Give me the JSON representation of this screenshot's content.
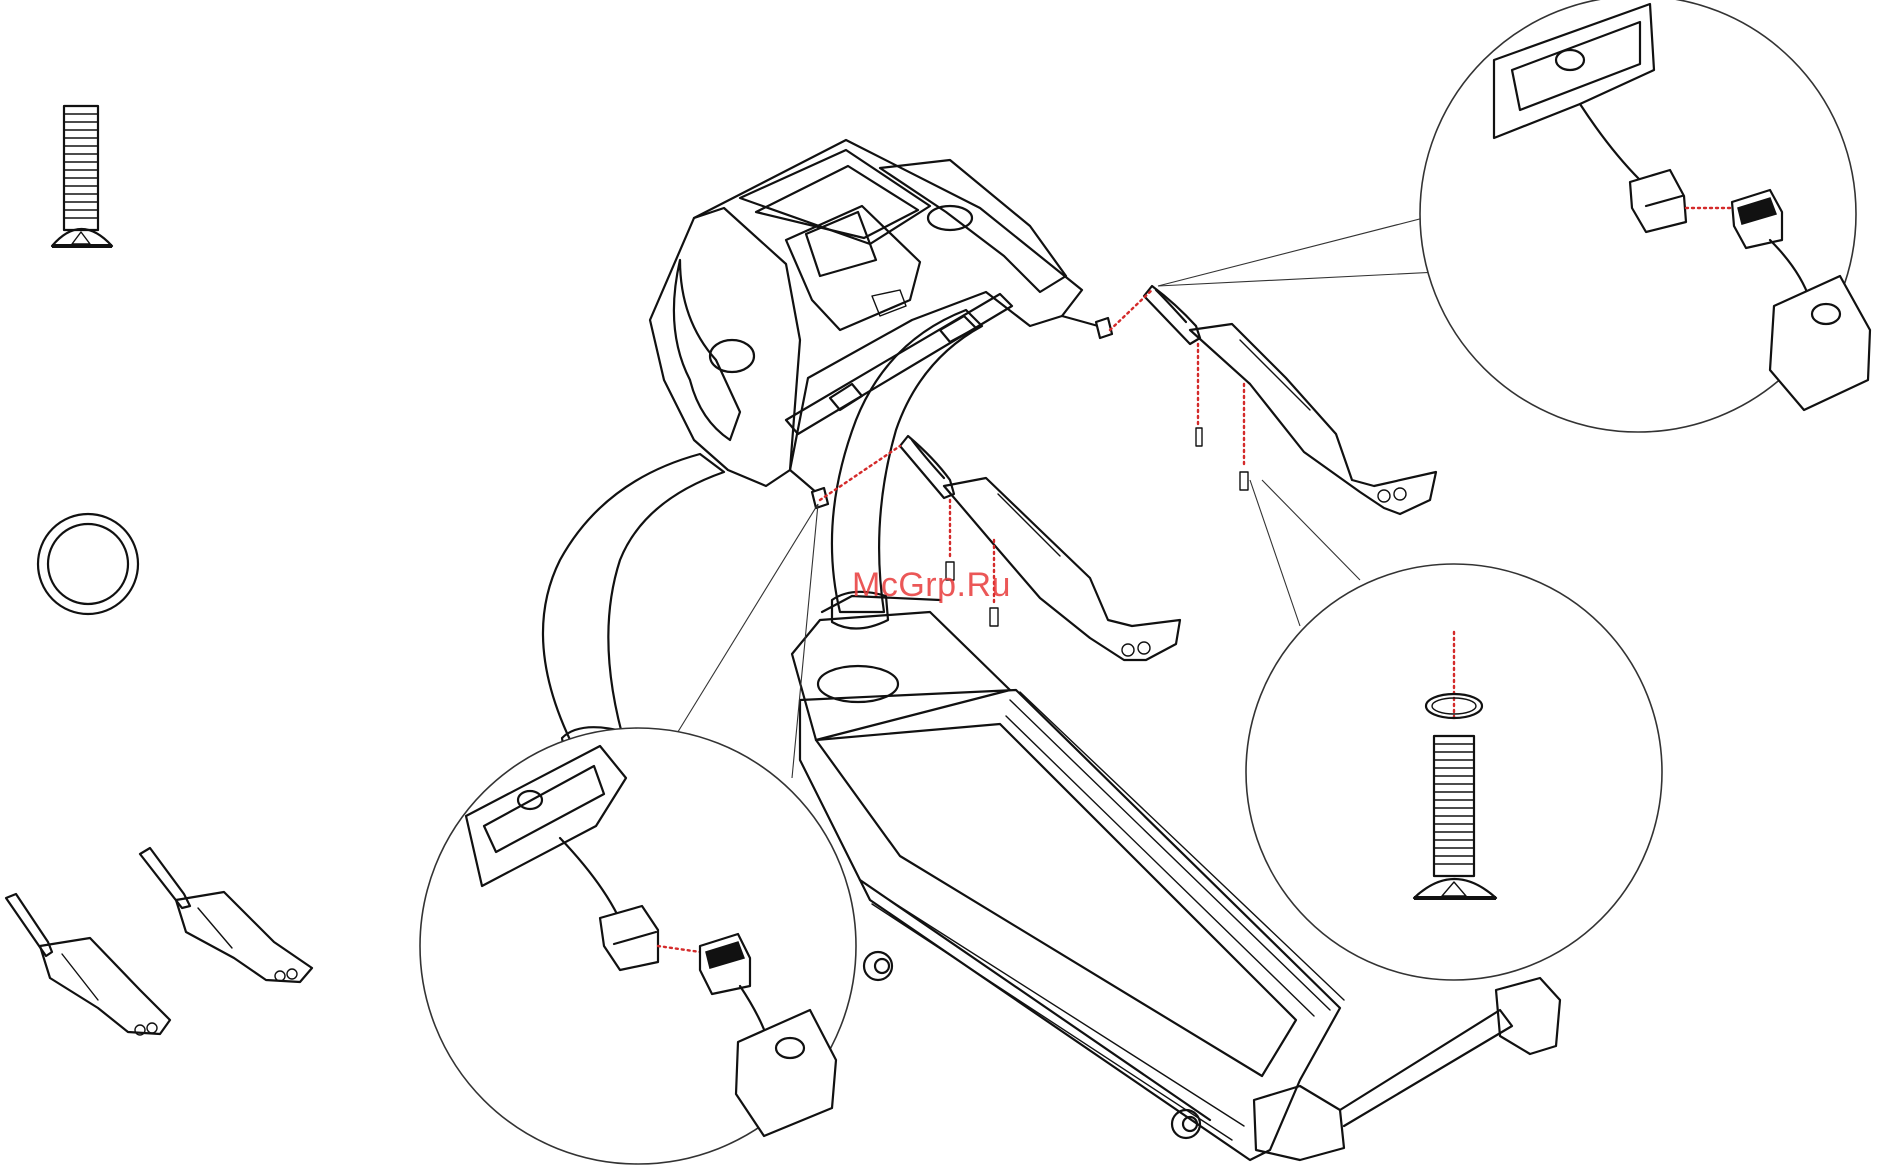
{
  "watermark": {
    "text": "McGrp.Ru",
    "color": "#e83a3a"
  },
  "colors": {
    "line": "#111111",
    "connector_dots": "#d42a2a",
    "background": "#ffffff"
  },
  "parts": [
    {
      "name": "bolt",
      "icon": "bolt-icon"
    },
    {
      "name": "washer",
      "icon": "washer-icon"
    },
    {
      "name": "handrail-left",
      "icon": "handrail-icon"
    },
    {
      "name": "handrail-right",
      "icon": "handrail-icon"
    }
  ],
  "details": [
    {
      "name": "connector-detail-top-right",
      "icon": "cable-connector-icon"
    },
    {
      "name": "connector-detail-bottom-left",
      "icon": "cable-connector-icon"
    },
    {
      "name": "bolt-washer-detail",
      "icon": "bolt-icon"
    }
  ]
}
